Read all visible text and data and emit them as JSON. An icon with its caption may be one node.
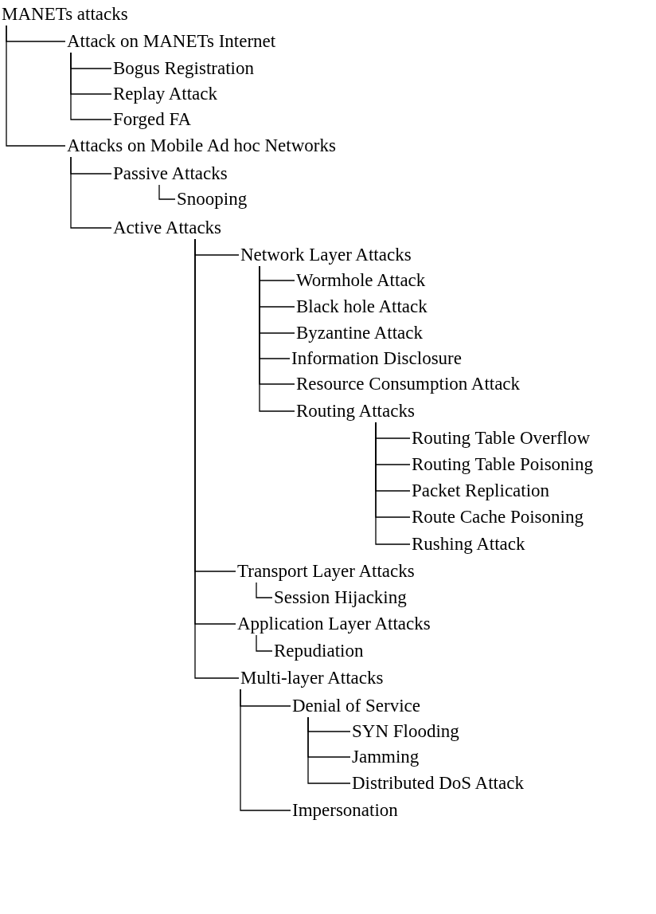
{
  "diagram": {
    "nodes": [
      {
        "text": [
          "MANETs  attacks"
        ]
      },
      {
        "text": [
          "Attack on MANETs Internet"
        ]
      },
      {
        "text": [
          "Bogus Registration"
        ]
      },
      {
        "text": [
          "Replay Attack"
        ]
      },
      {
        "text": [
          "Forged FA"
        ]
      },
      {
        "text": [
          "Attacks on Mobile Ad hoc Networks"
        ]
      },
      {
        "text": [
          "Passive Attacks"
        ]
      },
      {
        "text": [
          "Snooping"
        ]
      },
      {
        "text": [
          "Active Attacks"
        ]
      },
      {
        "text": [
          "Network Layer Attacks"
        ]
      },
      {
        "text": [
          "Wormhole Attack"
        ]
      },
      {
        "text": [
          "Black hole Attack"
        ]
      },
      {
        "text": [
          "Byzantine Attack"
        ]
      },
      {
        "text": [
          "Information Disclosure"
        ]
      },
      {
        "text": [
          "Resource Consumption Attack"
        ]
      },
      {
        "text": [
          "Routing Attacks"
        ]
      },
      {
        "text": [
          "Routing Table Overflow"
        ]
      },
      {
        "text": [
          "Routing Table Poisoning"
        ]
      },
      {
        "text": [
          "Packet Replication"
        ]
      },
      {
        "text": [
          "Route Cache Poisoning"
        ]
      },
      {
        "text": [
          "Rushing Attack"
        ]
      },
      {
        "text": [
          "Transport Layer Attacks"
        ]
      },
      {
        "text": [
          "Session Hijacking"
        ]
      },
      {
        "text": [
          "Application Layer Attacks"
        ]
      },
      {
        "text": [
          "Repudiation"
        ]
      },
      {
        "text": [
          "Multi-layer Attacks"
        ]
      },
      {
        "text": [
          "Denial of Service"
        ]
      },
      {
        "text": [
          "SYN Flooding"
        ]
      },
      {
        "text": [
          "Jamming"
        ]
      },
      {
        "text": [
          "Distributed DoS Attack"
        ]
      },
      {
        "text": [
          "Impersonation"
        ]
      }
    ],
    "edges": [
      {
        "from": 0,
        "to": 1,
        "arrow": "none"
      },
      {
        "from": 1,
        "to": 2,
        "arrow": "none"
      },
      {
        "from": 1,
        "to": 3,
        "arrow": "none"
      },
      {
        "from": 1,
        "to": 4,
        "arrow": "none"
      },
      {
        "from": 0,
        "to": 5,
        "arrow": "none"
      },
      {
        "from": 5,
        "to": 6,
        "arrow": "none"
      },
      {
        "from": 6,
        "to": 7,
        "arrow": "none"
      },
      {
        "from": 5,
        "to": 8,
        "arrow": "none"
      },
      {
        "from": 8,
        "to": 9,
        "arrow": "none"
      },
      {
        "from": 9,
        "to": 10,
        "arrow": "none"
      },
      {
        "from": 9,
        "to": 11,
        "arrow": "none"
      },
      {
        "from": 9,
        "to": 12,
        "arrow": "none"
      },
      {
        "from": 9,
        "to": 13,
        "arrow": "none"
      },
      {
        "from": 9,
        "to": 14,
        "arrow": "none"
      },
      {
        "from": 9,
        "to": 15,
        "arrow": "none"
      },
      {
        "from": 15,
        "to": 16,
        "arrow": "none"
      },
      {
        "from": 15,
        "to": 17,
        "arrow": "none"
      },
      {
        "from": 15,
        "to": 18,
        "arrow": "none"
      },
      {
        "from": 15,
        "to": 19,
        "arrow": "none"
      },
      {
        "from": 15,
        "to": 20,
        "arrow": "none"
      },
      {
        "from": 8,
        "to": 21,
        "arrow": "none"
      },
      {
        "from": 21,
        "to": 22,
        "arrow": "none"
      },
      {
        "from": 8,
        "to": 23,
        "arrow": "none"
      },
      {
        "from": 23,
        "to": 24,
        "arrow": "none"
      },
      {
        "from": 8,
        "to": 25,
        "arrow": "none"
      },
      {
        "from": 25,
        "to": 26,
        "arrow": "none"
      },
      {
        "from": 26,
        "to": 27,
        "arrow": "none"
      },
      {
        "from": 26,
        "to": 28,
        "arrow": "none"
      },
      {
        "from": 26,
        "to": 29,
        "arrow": "none"
      },
      {
        "from": 25,
        "to": 30,
        "arrow": "none"
      }
    ]
  }
}
